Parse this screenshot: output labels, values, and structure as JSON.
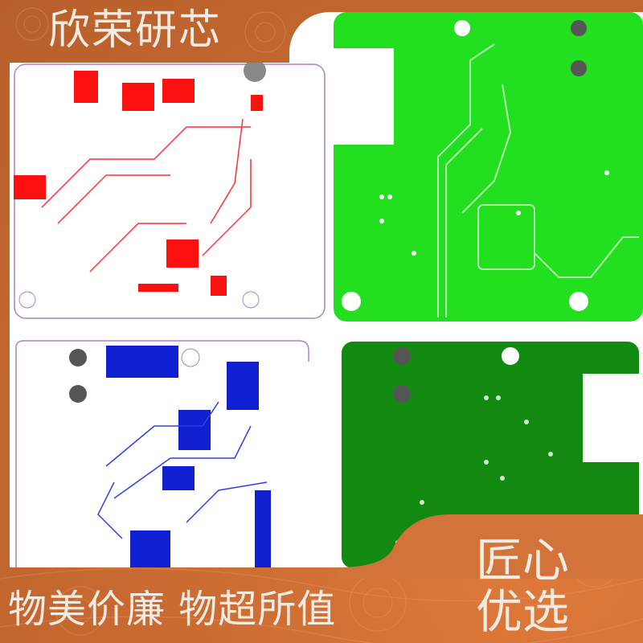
{
  "brand": {
    "title": "欣荣研芯"
  },
  "slogans": {
    "left": "物美价廉  物超所值",
    "right_line1": "匠心",
    "right_line2": "优选"
  },
  "boards": [
    {
      "name": "red-layer-pcb",
      "color": "#ff1010"
    },
    {
      "name": "light-green-pcb",
      "color": "#22e01f"
    },
    {
      "name": "blue-layer-pcb",
      "color": "#1020d0"
    },
    {
      "name": "dark-green-pcb",
      "color": "#128a12"
    }
  ],
  "colors": {
    "background": "#c86a32",
    "text": "#f6ebe2"
  }
}
